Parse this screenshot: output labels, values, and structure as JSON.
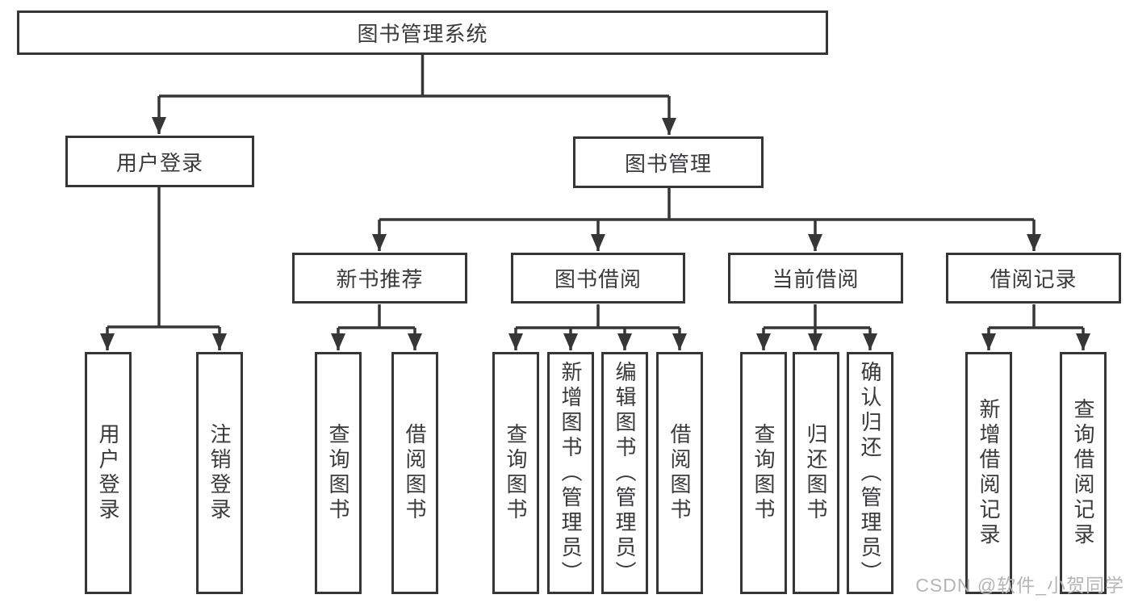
{
  "diagram": {
    "root": {
      "label": "图书管理系统"
    },
    "level2": [
      {
        "label": "用户登录"
      },
      {
        "label": "图书管理"
      }
    ],
    "level3": [
      {
        "label": "新书推荐"
      },
      {
        "label": "图书借阅"
      },
      {
        "label": "当前借阅"
      },
      {
        "label": "借阅记录"
      }
    ],
    "leaves": {
      "userLogin": [
        "用户登录",
        "注销登录"
      ],
      "newBook": [
        "查询图书",
        "借阅图书"
      ],
      "bookBorrow": [
        "查询图书",
        "新增图书（管理员）",
        "编辑图书（管理员）",
        "借阅图书"
      ],
      "currentBorrow": [
        "查询图书",
        "归还图书",
        "确认归还（管理员）"
      ],
      "borrowRecord": [
        "新增借阅记录",
        "查询借阅记录"
      ]
    }
  },
  "watermark": {
    "text": "CSDN @软件_小贺同学"
  },
  "colors": {
    "line": "#363638",
    "text": "#3a3a3c",
    "watermark": "#b5b5b5",
    "background": "#ffffff"
  }
}
